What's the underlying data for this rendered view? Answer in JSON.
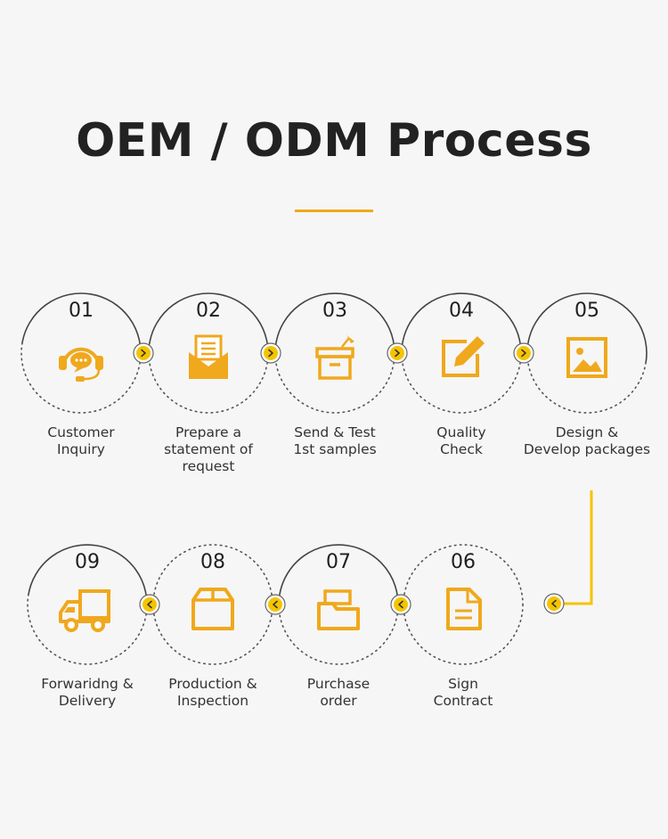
{
  "title": "OEM / ODM Process",
  "colors": {
    "accent": "#f0a81c",
    "connector": "#f5c400",
    "ring": "#555555",
    "text": "#222222",
    "background": "#f6f6f6"
  },
  "steps": [
    {
      "number": "01",
      "label_lines": [
        "Customer",
        "Inquiry"
      ],
      "icon": "headset-chat-icon"
    },
    {
      "number": "02",
      "label_lines": [
        "Prepare a",
        "statement of",
        "request"
      ],
      "icon": "envelope-letter-icon"
    },
    {
      "number": "03",
      "label_lines": [
        "Send & Test",
        "1st samples"
      ],
      "icon": "box-pin-icon"
    },
    {
      "number": "04",
      "label_lines": [
        "Quality",
        "Check"
      ],
      "icon": "edit-pencil-icon"
    },
    {
      "number": "05",
      "label_lines": [
        "Design &",
        "Develop packages"
      ],
      "icon": "image-icon"
    },
    {
      "number": "06",
      "label_lines": [
        "Sign",
        "Contract"
      ],
      "icon": "document-icon"
    },
    {
      "number": "07",
      "label_lines": [
        "Purchase",
        "order"
      ],
      "icon": "folder-icon"
    },
    {
      "number": "08",
      "label_lines": [
        "Production &",
        "Inspection"
      ],
      "icon": "package-box-icon"
    },
    {
      "number": "09",
      "label_lines": [
        "Forwaridng &",
        "Delivery"
      ],
      "icon": "delivery-truck-icon"
    }
  ]
}
